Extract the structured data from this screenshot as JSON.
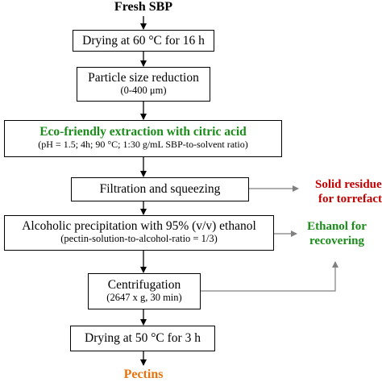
{
  "colors": {
    "green": "#1a8c1a",
    "red": "#c00000",
    "orange": "#e8730c",
    "line": "#000000",
    "side_line": "#808080"
  },
  "flow": {
    "start": "Fresh SBP",
    "steps": [
      {
        "title": "Drying at 60 °C for 16 h",
        "detail": ""
      },
      {
        "title": "Particle size reduction",
        "detail": "(0-400 μm)"
      },
      {
        "title": "Eco-friendly extraction with citric acid",
        "detail": "(pH = 1.5; 4h; 90 °C; 1:30 g/mL SBP-to-solvent ratio)"
      },
      {
        "title": "Filtration and squeezing",
        "detail": ""
      },
      {
        "title": "Alcoholic precipitation with 95% (v/v) ethanol",
        "detail": "(pectin-solution-to-alcohol-ratio  =  1/3)"
      },
      {
        "title": "Centrifugation",
        "detail": "(2647 x g, 30 min)"
      },
      {
        "title": "Drying at 50 °C for 3 h",
        "detail": ""
      }
    ],
    "end": "Pectins"
  },
  "side_outputs": {
    "solid_residue": [
      "Solid residue",
      "for torrefaction"
    ],
    "ethanol": [
      "Ethanol for",
      "recovering"
    ]
  }
}
